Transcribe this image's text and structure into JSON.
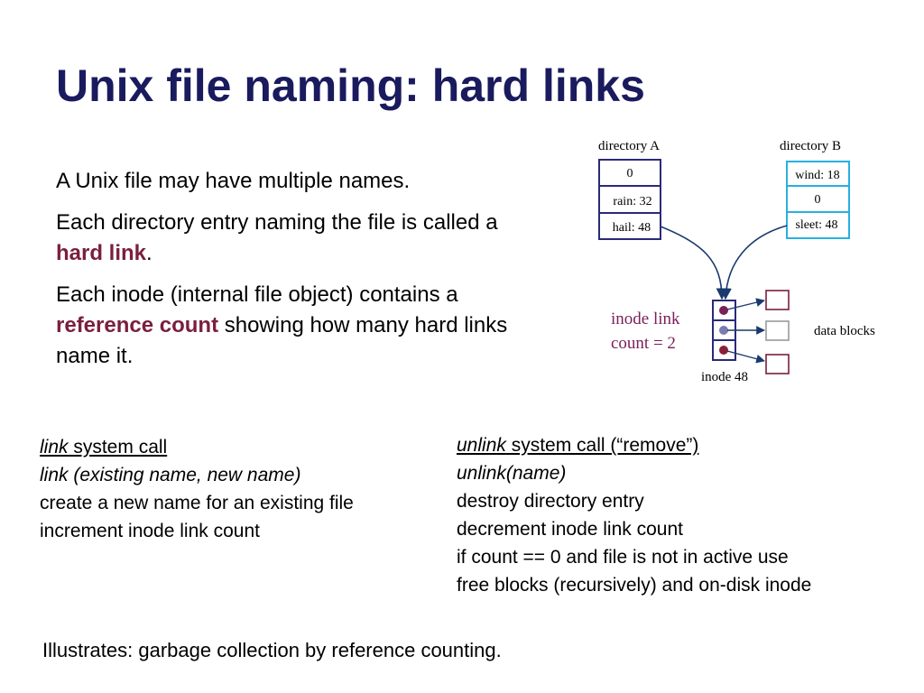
{
  "title": "Unix file naming: hard links",
  "bullets": {
    "b1": "A Unix file may have multiple names.",
    "b2_pre": "Each directory entry naming the file is called a ",
    "b2_hl": "hard link",
    "b2_post": ".",
    "b3_pre": "Each inode (internal file object) contains a ",
    "b3_hl": "reference count",
    "b3_post": " showing how many hard links name it."
  },
  "diagram": {
    "dir_a": {
      "label": "directory A",
      "entries": [
        "0",
        "rain: 32",
        "hail: 48"
      ]
    },
    "dir_b": {
      "label": "directory B",
      "entries": [
        "wind: 18",
        "0",
        "sleet: 48"
      ]
    },
    "inode_link_label": [
      "inode link",
      "count = 2"
    ],
    "inode_label": "inode 48",
    "data_blocks_label": "data blocks",
    "colors": {
      "dir_a_border": "#2a2a7a",
      "dir_b_border": "#27b0e0",
      "arrow": "#1a3a6e",
      "accent": "#7a1f3d"
    }
  },
  "link_col": {
    "heading_em": "link",
    "heading_rest": " system call",
    "signature": "link (existing name, new name)",
    "line1": "create a new name for an existing file",
    "line2": "increment inode link count"
  },
  "unlink_col": {
    "heading_em": "unlink",
    "heading_rest": " system call (“remove”)",
    "signature": "unlink(name)",
    "line1": "destroy directory entry",
    "line2": "decrement inode link count",
    "line3": "if count == 0 and file is not in active use",
    "line4": "free blocks (recursively) and on-disk inode"
  },
  "footer": "Illustrates: garbage collection by reference counting."
}
